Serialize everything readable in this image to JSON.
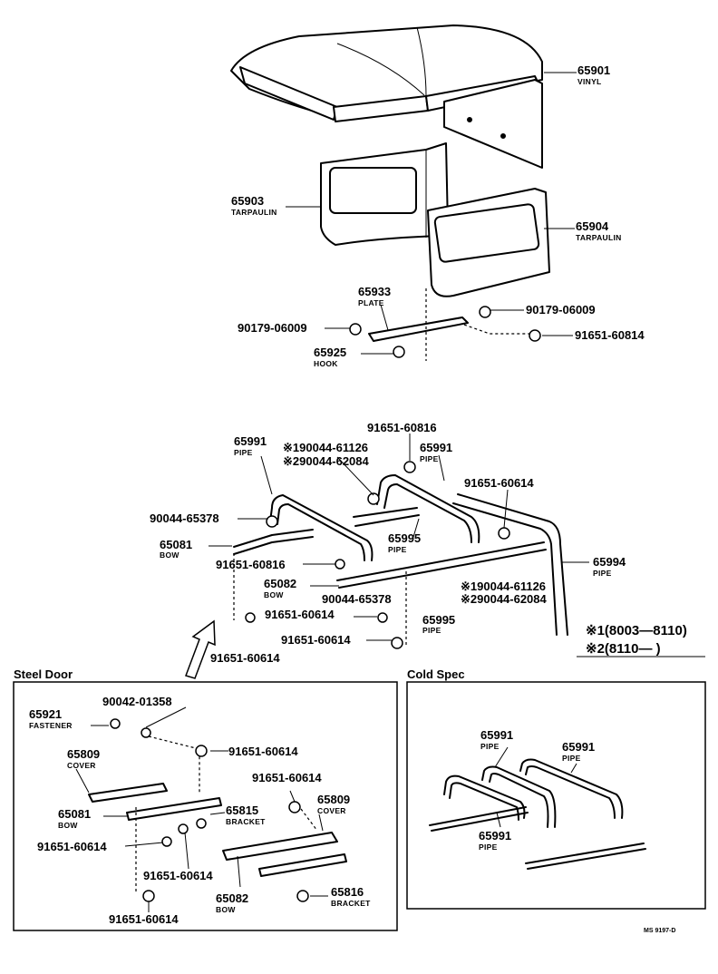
{
  "parts": {
    "p65901": {
      "num": "65901",
      "name": "VINYL"
    },
    "p65903": {
      "num": "65903",
      "name": "TARPAULIN"
    },
    "p65904": {
      "num": "65904",
      "name": "TARPAULIN"
    },
    "p65933": {
      "num": "65933",
      "name": "PLATE"
    },
    "p90179_a": {
      "num": "90179-06009"
    },
    "p90179_b": {
      "num": "90179-06009"
    },
    "p65925": {
      "num": "65925",
      "name": "HOOK"
    },
    "p91651_60814_top": {
      "num": "91651-60814"
    },
    "p91651_60816_top": {
      "num": "91651-60816"
    },
    "p65991_left": {
      "num": "65991",
      "name": "PIPE"
    },
    "p65991_right": {
      "num": "65991",
      "name": "PIPE"
    },
    "p_ref1_top": {
      "num": "※190044-61126"
    },
    "p_ref2_top": {
      "num": "※290044-62084"
    },
    "p91651_60614_a": {
      "num": "91651-60614"
    },
    "p90044_65378_a": {
      "num": "90044-65378"
    },
    "p65995_a": {
      "num": "65995",
      "name": "PIPE"
    },
    "p65081": {
      "num": "65081",
      "name": "BOW"
    },
    "p91651_60816_mid": {
      "num": "91651-60816"
    },
    "p65082": {
      "num": "65082",
      "name": "BOW"
    },
    "p90044_65378_b": {
      "num": "90044-65378"
    },
    "p91651_60614_b": {
      "num": "91651-60614"
    },
    "p91651_60614_c": {
      "num": "91651-60614"
    },
    "p91651_60614_d": {
      "num": "91651-60614"
    },
    "p65994": {
      "num": "65994",
      "name": "PIPE"
    },
    "p_ref1_mid": {
      "num": "※190044-61126"
    },
    "p_ref2_mid": {
      "num": "※290044-62084"
    },
    "p65995_b": {
      "num": "65995",
      "name": "PIPE"
    }
  },
  "footnotes": {
    "note1": "※1(8003—8110)",
    "note2": "※2(8110—       )"
  },
  "steel_door": {
    "title": "Steel Door",
    "p65921": {
      "num": "65921",
      "name": "FASTENER"
    },
    "p90042": {
      "num": "90042-01358"
    },
    "p65809_a": {
      "num": "65809",
      "name": "COVER"
    },
    "p91651_60614_a": {
      "num": "91651-60614"
    },
    "p91651_60614_b": {
      "num": "91651-60614"
    },
    "p65081": {
      "num": "65081",
      "name": "BOW"
    },
    "p65815": {
      "num": "65815",
      "name": "BRACKET"
    },
    "p65809_b": {
      "num": "65809",
      "name": "COVER"
    },
    "p91651_60614_c": {
      "num": "91651-60614"
    },
    "p91651_60614_d": {
      "num": "91651-60614"
    },
    "p65082": {
      "num": "65082",
      "name": "BOW"
    },
    "p65816": {
      "num": "65816",
      "name": "BRACKET"
    },
    "p91651_60614_e": {
      "num": "91651-60614"
    }
  },
  "cold_spec": {
    "title": "Cold Spec",
    "p65991_a": {
      "num": "65991",
      "name": "PIPE"
    },
    "p65991_b": {
      "num": "65991",
      "name": "PIPE"
    },
    "p65991_c": {
      "num": "65991",
      "name": "PIPE"
    }
  },
  "figure_code": "MS 9197-D"
}
